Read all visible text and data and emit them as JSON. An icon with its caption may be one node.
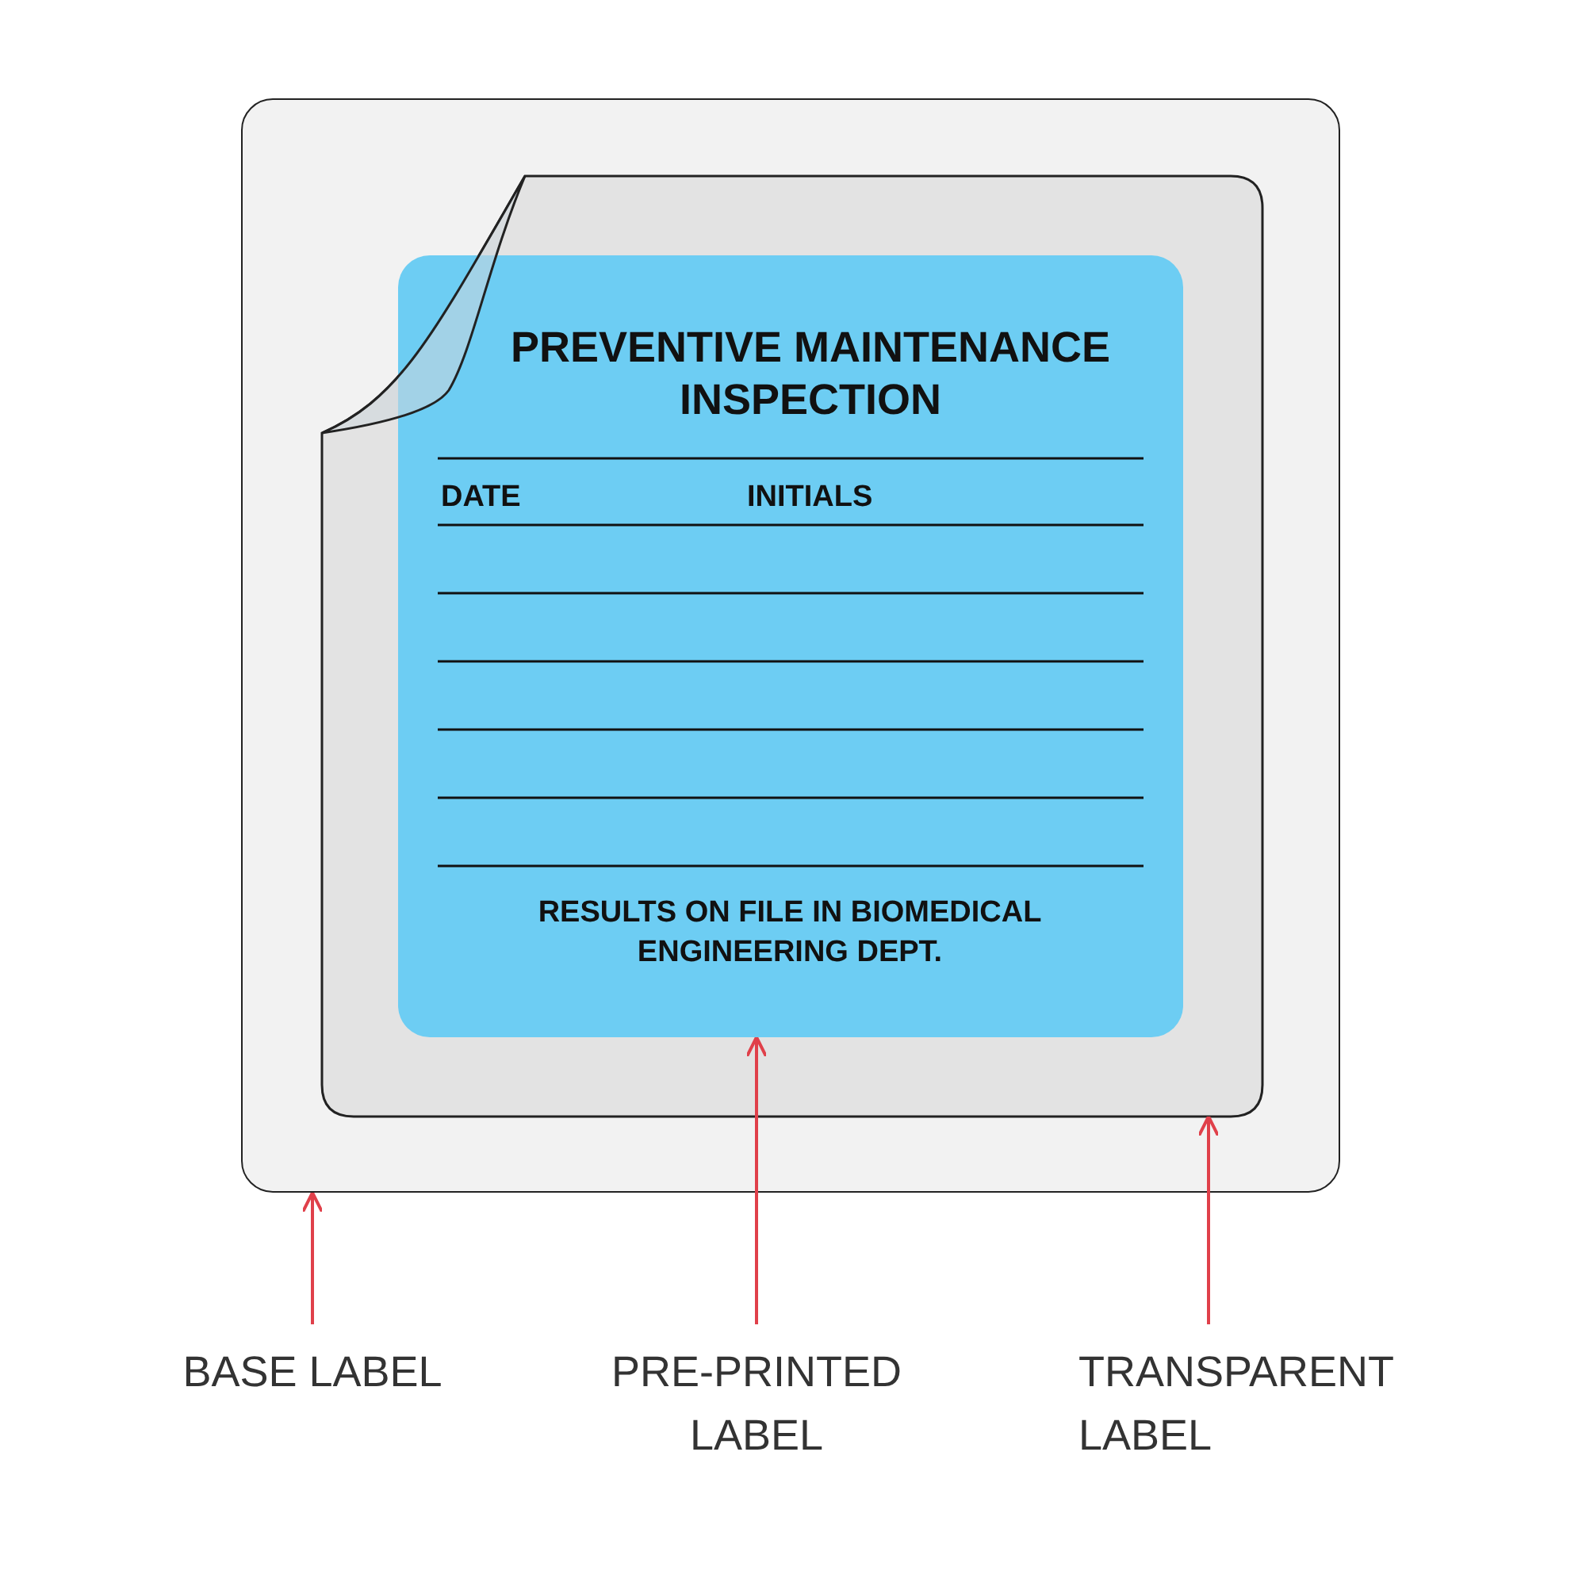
{
  "diagram": {
    "nodes": [
      {
        "text": [],
        "shape": "box"
      },
      {
        "text": [],
        "shape": "box",
        "in": 0
      },
      {
        "text": [
          "PREVENTIVE MAINTENANCE INSPECTION",
          "DATE",
          "INITIALS",
          "RESULTS ON FILE IN BIOMEDICAL ENGINEERING DEPT."
        ],
        "in": 1
      },
      {
        "text": [
          "BASE LABEL"
        ]
      },
      {
        "text": [
          "PRE-PRINTED LABEL"
        ]
      },
      {
        "text": [
          "TRANSPARENT LABEL"
        ]
      }
    ],
    "edges": [
      {
        "from": 3,
        "to": 0,
        "arrow": "to"
      },
      {
        "from": 4,
        "to": 2,
        "arrow": "to"
      },
      {
        "from": 5,
        "to": 1,
        "arrow": "to"
      }
    ]
  }
}
